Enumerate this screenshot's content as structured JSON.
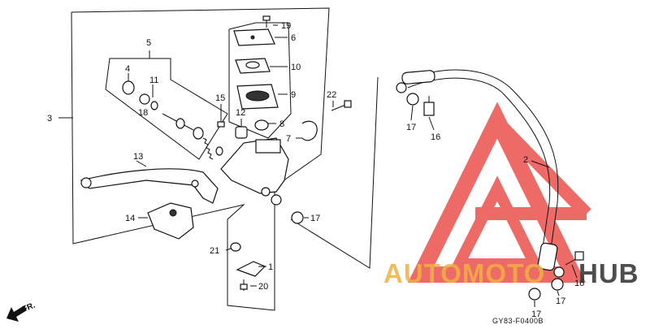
{
  "diagram": {
    "part_labels": {
      "p1": "1",
      "p2": "2",
      "p3": "3",
      "p4": "4",
      "p5": "5",
      "p6": "6",
      "p7": "7",
      "p8": "8",
      "p9": "9",
      "p10": "10",
      "p11": "11",
      "p12": "12",
      "p13": "13",
      "p14": "14",
      "p15": "15",
      "p16a": "16",
      "p16b": "16",
      "p17a": "17",
      "p17b": "17",
      "p17c": "17",
      "p17d": "17",
      "p18": "18",
      "p19": "19",
      "p20": "20",
      "p21": "21",
      "p22": "22"
    },
    "direction_label": "FR.",
    "diagram_code": "GY83-F0400B"
  },
  "watermark": {
    "brand_part1": "AUTOMOTO",
    "brand_part2": "HUB",
    "colors": {
      "orange": "#f0b043",
      "red": "#e8322c",
      "dark": "#3a3a3a"
    }
  }
}
